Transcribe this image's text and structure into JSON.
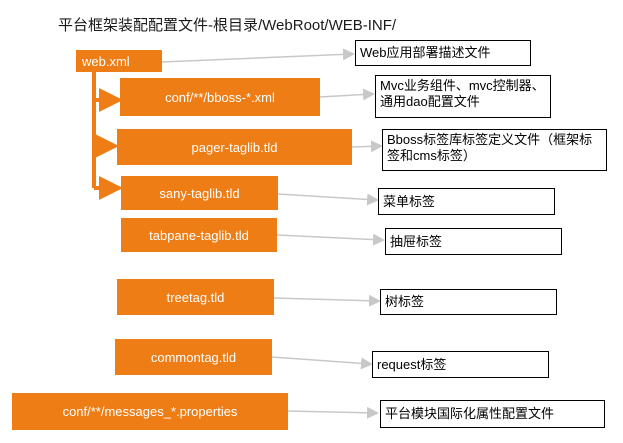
{
  "title": "平台框架装配配置文件-根目录/WebRoot/WEB-INF/",
  "colors": {
    "orange": "#ef7d16",
    "border": "#000000",
    "arrow": "#c8c8c8"
  },
  "root": {
    "label": "web.xml",
    "description": "Web应用部署描述文件"
  },
  "items": [
    {
      "label": "conf/**/bboss-*.xml",
      "description": "Mvc业务组件、mvc控制器、通用dao配置文件"
    },
    {
      "label": "pager-taglib.tld",
      "description": "Bboss标签库标签定义文件（框架标签和cms标签）"
    },
    {
      "label": "sany-taglib.tld",
      "description": "菜单标签"
    },
    {
      "label": "tabpane-taglib.tld",
      "description": "抽屉标签"
    },
    {
      "label": "treetag.tld",
      "description": "树标签"
    },
    {
      "label": "commontag.tld",
      "description": "request标签"
    },
    {
      "label": "conf/**/messages_*.properties",
      "description": "平台模块国际化属性配置文件"
    }
  ]
}
